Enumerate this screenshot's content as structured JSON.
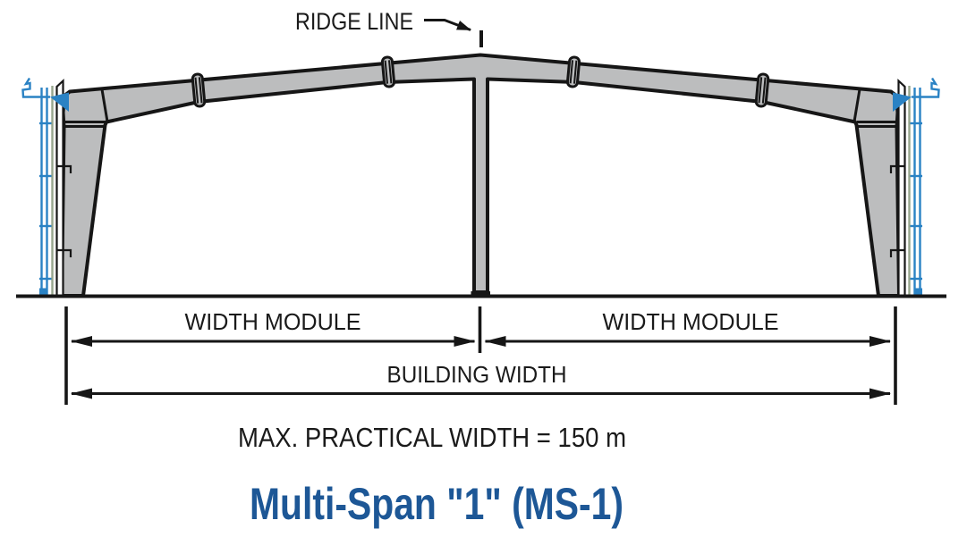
{
  "diagram": {
    "type": "pre-engineered-building-frame-cross-section",
    "annotations": {
      "ridge_line": "RIDGE LINE",
      "width_module_left": "WIDTH MODULE",
      "width_module_right": "WIDTH MODULE",
      "building_width": "BUILDING WIDTH",
      "max_practical_width": "MAX. PRACTICAL WIDTH = 150 m"
    },
    "title": "Multi-Span \"1\" (MS-1)",
    "colors": {
      "frame_fill": "#bcbdbe",
      "outline": "#161616",
      "sheeting_blue": "#2a82c4",
      "liner_green": "#97a68d",
      "title_blue": "#1d5796",
      "text_black": "#1a1a1a"
    }
  }
}
